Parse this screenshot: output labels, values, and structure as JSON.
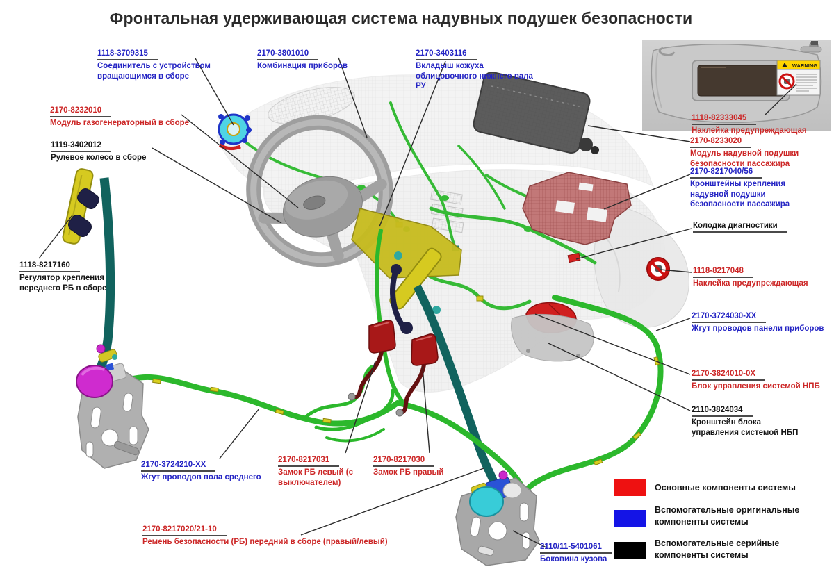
{
  "title": "Фронтальная удерживающая система надувных подушек безопасности",
  "visor_photo": {
    "sticker_header": "WARNING"
  },
  "callouts": [
    {
      "num": "1118-3709315",
      "text": "Соединитель с устройством вращающимся в сборе",
      "color": "blue"
    },
    {
      "num": "2170-3801010",
      "text": "Комбинация приборов",
      "color": "blue"
    },
    {
      "num": "2170-3403116",
      "text": "Вкладыш кожуха облицовочного нижнего вала РУ",
      "color": "blue"
    },
    {
      "num": "2170-8232010",
      "text": "Модуль газогенераторный в сборе",
      "color": "red"
    },
    {
      "num": "1119-3402012",
      "text": "Рулевое колесо в сборе",
      "color": "black"
    },
    {
      "num": "1118-82333045",
      "text": "Наклейка предупреждающая",
      "color": "red"
    },
    {
      "num": "2170-8233020",
      "text": "Модуль надувной подушки безопасности пассажира",
      "color": "red"
    },
    {
      "num": "2170-8217040/56",
      "text": "Кронштейны крепления надувной подушки безопасности пассажира",
      "color": "blue"
    },
    {
      "num": "Колодка диагностики",
      "text": "",
      "color": "black"
    },
    {
      "num": "1118-8217048",
      "text": "Наклейка предупреждающая",
      "color": "red"
    },
    {
      "num": "2170-3724030-ХХ",
      "text": "Жгут проводов панели приборов",
      "color": "blue"
    },
    {
      "num": "2170-3824010-0Х",
      "text": "Блок управления системой НПБ",
      "color": "red"
    },
    {
      "num": "2110-3824034",
      "text": "Кронштейн блока управления системой НБП",
      "color": "black"
    },
    {
      "num": "1118-8217160",
      "text": "Регулятор крепления переднего РБ в сборе",
      "color": "black"
    },
    {
      "num": "2170-3724210-ХХ",
      "text": "Жгут проводов пола среднего",
      "color": "blue"
    },
    {
      "num": "2170-8217031",
      "text": "Замок РБ левый (с выключателем)",
      "color": "red"
    },
    {
      "num": "2170-8217030",
      "text": "Замок РБ правый",
      "color": "red"
    },
    {
      "num": "2170-8217020/21-10",
      "text": "Ремень безопасности (РБ) передний в сборе (правый/левый)",
      "color": "red"
    },
    {
      "num": "2110/11-5401061",
      "text": "Боковина кузова",
      "color": "blue"
    }
  ],
  "legend": {
    "items": [
      {
        "swatch": "#ee1111",
        "label": "Основные компоненты системы"
      },
      {
        "swatch": "#1414e6",
        "label": "Вспомогательные оригинальные компоненты системы"
      },
      {
        "swatch": "#000000",
        "label": "Вспомогательные серийные компоненты системы"
      }
    ]
  },
  "colors": {
    "label_blue": "#2424c4",
    "label_red": "#cc2626",
    "label_black": "#141414",
    "harness_green": "#2cb82c",
    "belt_teal": "#11635e",
    "component_red": "#d01f1f",
    "component_magenta": "#cf2bcf",
    "component_cyan": "#38ccd8",
    "component_yellow": "#d6ca20"
  }
}
